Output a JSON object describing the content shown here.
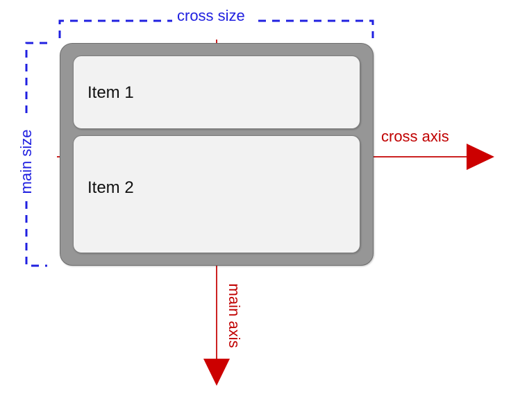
{
  "diagram": {
    "title": "flexbox main axis and cross axis (column direction)",
    "colors": {
      "axis_red": "#c00000",
      "measure_blue": "#2020e0",
      "container_gray": "#969696",
      "item_gray": "#f2f2f2",
      "background": "#ffffff"
    },
    "container": {
      "name": "flex-container",
      "items": [
        {
          "label": "Item 1"
        },
        {
          "label": "Item 2"
        }
      ]
    },
    "measures": [
      {
        "id": "cross-size",
        "label": "cross size",
        "orientation": "horizontal",
        "color": "#2020e0",
        "style": "dashed-bracket"
      },
      {
        "id": "main-size",
        "label": "main size",
        "orientation": "vertical",
        "color": "#2020e0",
        "style": "dashed-bracket"
      }
    ],
    "axes": [
      {
        "id": "cross-axis",
        "label": "cross axis",
        "direction": "right",
        "color": "#c00000",
        "arrow": "arrow-right-icon"
      },
      {
        "id": "main-axis",
        "label": "main axis",
        "direction": "down",
        "color": "#c00000",
        "arrow": "arrow-down-icon"
      }
    ]
  }
}
